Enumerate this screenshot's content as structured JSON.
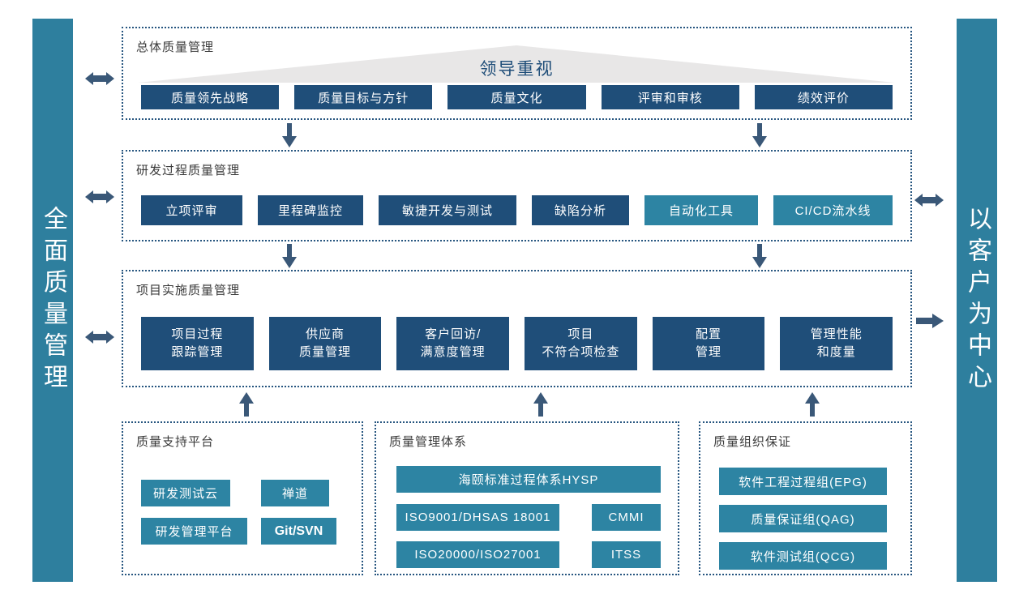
{
  "colors": {
    "dark_blue": "#1F4E79",
    "teal": "#2D84A3",
    "bar_teal": "#2E7F9E",
    "arrow": "#3A5878",
    "border_dot": "#26557F",
    "triangle_gray": "#E8E7E7",
    "title_text": "#3B3B3B"
  },
  "icons": {
    "horizontal_double_arrow": "↔",
    "down_arrow": "↓",
    "up_arrow": "↑",
    "right_arrow": "→"
  },
  "left_bar": {
    "label": "全面质量管理"
  },
  "right_bar": {
    "label": "以客户为中心"
  },
  "sections": {
    "overall": {
      "title": "总体质量管理",
      "banner": "领导重视",
      "items": [
        {
          "label": "质量领先战略",
          "variant": "dark"
        },
        {
          "label": "质量目标与方针",
          "variant": "dark"
        },
        {
          "label": "质量文化",
          "variant": "dark"
        },
        {
          "label": "评审和审核",
          "variant": "dark"
        },
        {
          "label": "绩效评价",
          "variant": "dark"
        }
      ]
    },
    "rnd": {
      "title": "研发过程质量管理",
      "items": [
        {
          "label": "立项评审",
          "variant": "dark"
        },
        {
          "label": "里程碑监控",
          "variant": "dark"
        },
        {
          "label": "敏捷开发与测试",
          "variant": "dark"
        },
        {
          "label": "缺陷分析",
          "variant": "dark"
        },
        {
          "label": "自动化工具",
          "variant": "teal"
        },
        {
          "label": "CI/CD流水线",
          "variant": "teal"
        }
      ]
    },
    "project": {
      "title": "项目实施质量管理",
      "items": [
        {
          "label": "项目过程\n跟踪管理"
        },
        {
          "label": "供应商\n质量管理"
        },
        {
          "label": "客户回访/\n满意度管理"
        },
        {
          "label": "项目\n不符合项检查"
        },
        {
          "label": "配置\n管理"
        },
        {
          "label": "管理性能\n和度量"
        }
      ]
    },
    "platform": {
      "title": "质量支持平台",
      "items": [
        {
          "label": "研发测试云"
        },
        {
          "label": "禅道"
        },
        {
          "label": "研发管理平台"
        },
        {
          "label": "Git/SVN",
          "bold": true
        }
      ]
    },
    "system": {
      "title": "质量管理体系",
      "items": [
        {
          "label": "海颐标准过程体系HYSP"
        },
        {
          "label": "ISO9001/DHSAS 18001"
        },
        {
          "label": "CMMI"
        },
        {
          "label": "ISO20000/ISO27001"
        },
        {
          "label": "ITSS"
        }
      ]
    },
    "organization": {
      "title": "质量组织保证",
      "items": [
        {
          "label": "软件工程过程组(EPG)"
        },
        {
          "label": "质量保证组(QAG)"
        },
        {
          "label": "软件测试组(QCG)"
        }
      ]
    }
  }
}
